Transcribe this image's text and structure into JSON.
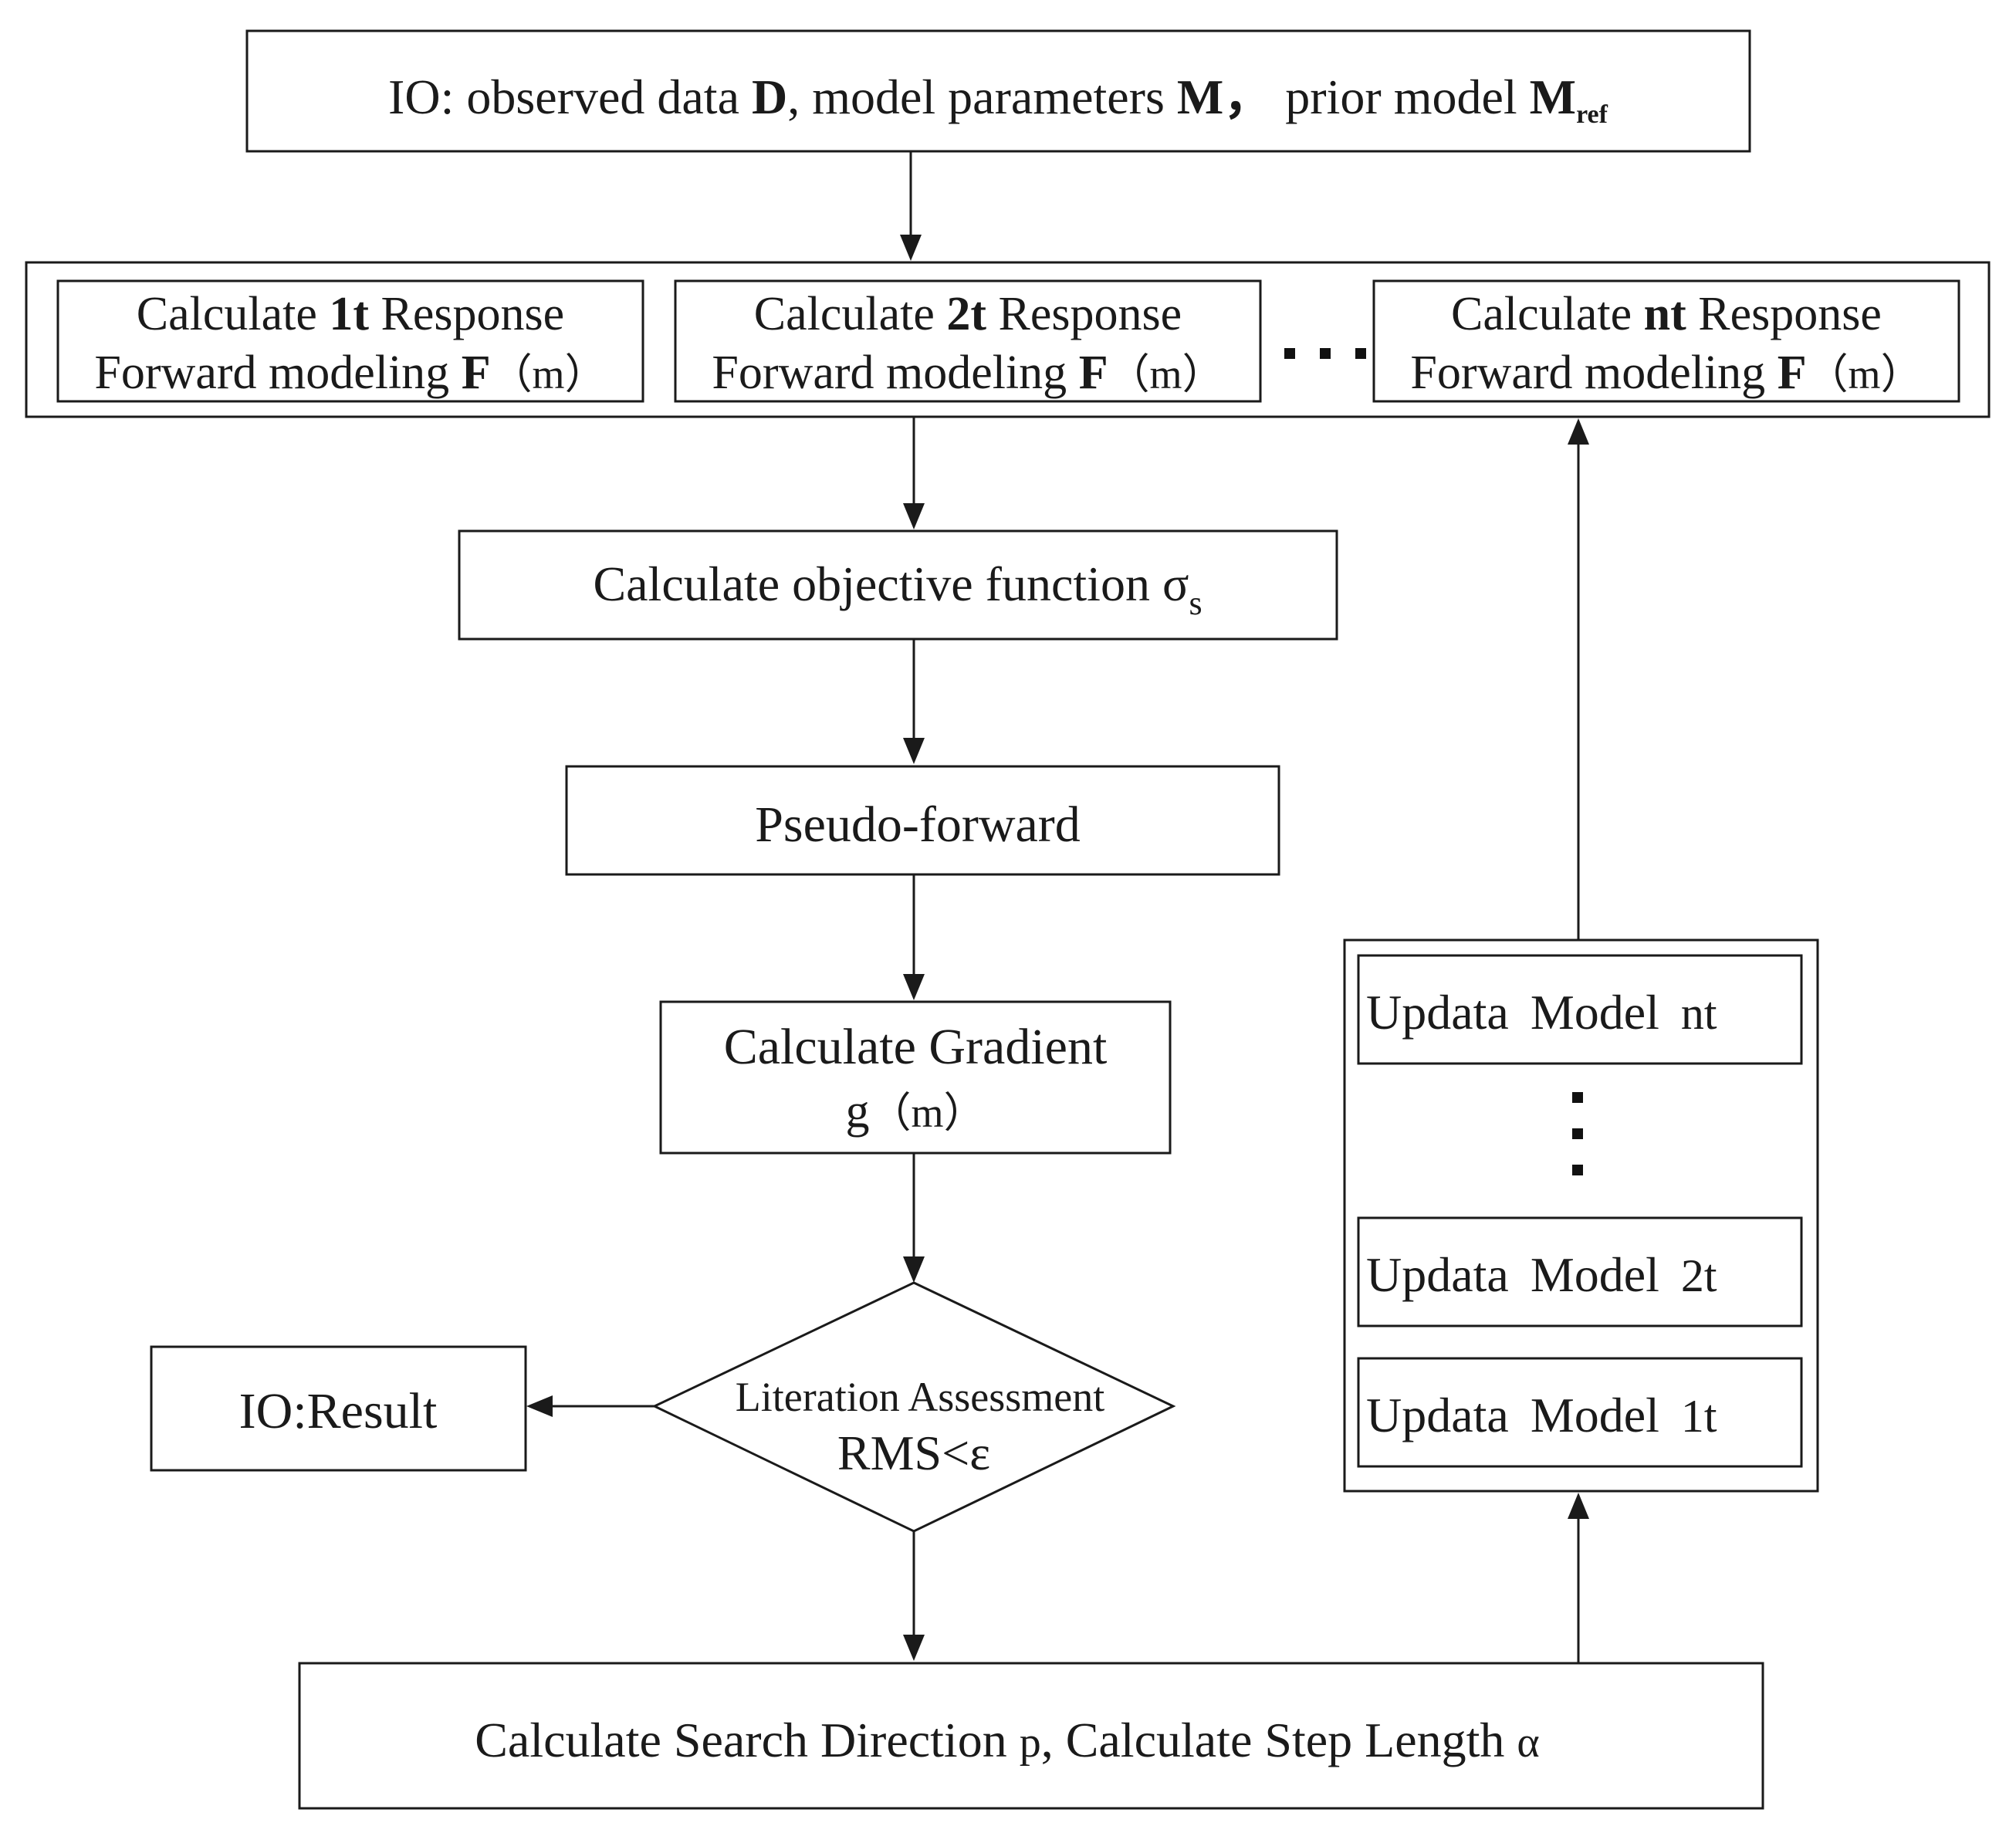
{
  "input": {
    "prefix": "IO",
    "colon": ":",
    "text1": " observed data ",
    "D": "D",
    "comma1": ",",
    "text2": " model parameters ",
    "M": "M",
    "comma2": "，",
    "text3": " prior model ",
    "Mref": "M",
    "ref_sub": "ref"
  },
  "responses": [
    {
      "calc": "Calculate ",
      "index": "1t",
      "resp": " Response",
      "fwd": "Forward modeling ",
      "F": "F",
      "arg": "（m）"
    },
    {
      "calc": "Calculate ",
      "index": "2t",
      "resp": " Response",
      "fwd": "Forward modeling ",
      "F": "F",
      "arg": "（m）"
    },
    {
      "calc": "Calculate ",
      "index": "nt",
      "resp": " Response",
      "fwd": "Forward modeling ",
      "F": "F",
      "arg": "（m）"
    }
  ],
  "objective": {
    "text": "Calculate objective function ",
    "symbol": "σ",
    "sub": "s"
  },
  "pseudo": "Pseudo-forward",
  "gradient": {
    "line1": "Calculate Gradient",
    "g": "g",
    "arg": "（m）"
  },
  "decision": {
    "line1": "Literation Assessment",
    "rms": "RMS",
    "lt": "<",
    "eps": "ε"
  },
  "result": "IO:Result",
  "updates": [
    {
      "word1": "Updata",
      "word2": "Model",
      "index": "nt"
    },
    {
      "word1": "Updata",
      "word2": "Model",
      "index": "2t"
    },
    {
      "word1": "Updata",
      "word2": "Model",
      "index": "1t"
    }
  ],
  "search": {
    "text1": "Calculate Search Direction ",
    "p": "p",
    "sep": ",",
    "text2": " Calculate Step  Length ",
    "alpha": "α"
  }
}
